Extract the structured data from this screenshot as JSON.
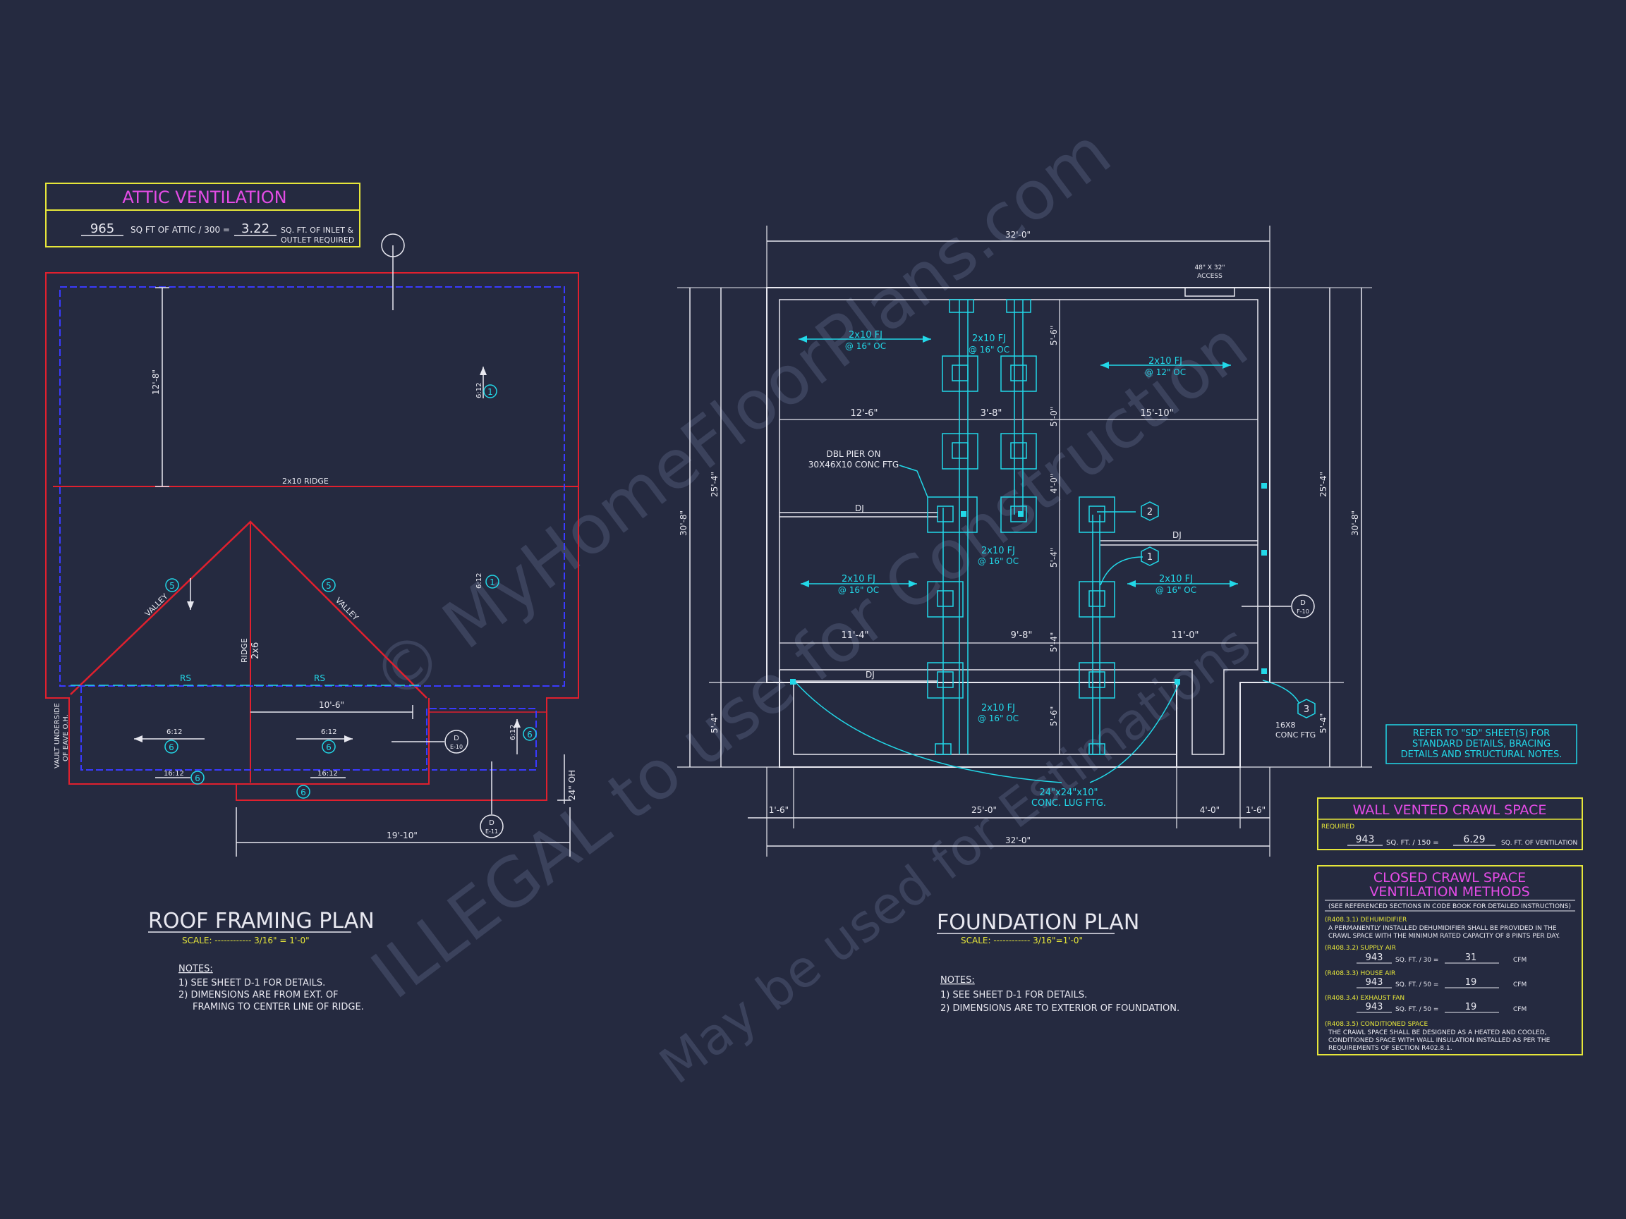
{
  "attic": {
    "title": "ATTIC VENTILATION",
    "attic_sqft": "965",
    "text1": "SQ FT OF ATTIC / 300 =",
    "inlet_sqft": "3.22",
    "text2a": "SQ. FT. OF INLET &",
    "text2b": "OUTLET REQUIRED"
  },
  "roof": {
    "title": "ROOF FRAMING PLAN",
    "scale": "SCALE: ------------ 3/16\" = 1'-0\"",
    "ridge_label": "2x10 RIDGE",
    "ridge_vertical": "RIDGE",
    "ridge_size": "2x6",
    "valley": "VALLEY",
    "rs": "RS",
    "pitch_612": "6:12",
    "pitch_1612": "16:12",
    "circle_1": "1",
    "circle_5": "5",
    "circle_6": "6",
    "dim_12_8": "12'-8\"",
    "dim_10_6": "10'-6\"",
    "dim_19_10": "19'-10\"",
    "dim_24_oh": "24\" OH",
    "vault_note_a": "VAULT UNDERSIDE",
    "vault_note_b": "OF EAVE O.H.",
    "section_d_e10": "D E-10",
    "section_d_e11": "D E-11",
    "notes_title": "NOTES:",
    "notes": [
      "1)  SEE SHEET D-1 FOR DETAILS.",
      "2)  DIMENSIONS ARE FROM EXT. OF",
      "FRAMING TO CENTER LINE OF RIDGE."
    ]
  },
  "foundation": {
    "title": "FOUNDATION PLAN",
    "scale": "SCALE: ------------ 3/16\"=1'-0\"",
    "dim_top": "32'-0\"",
    "dim_bottom": "32'-0\"",
    "access": "48\" X 32\"",
    "access2": "ACCESS",
    "fj_16": "2x10 FJ",
    "fj_16_oc": "@ 16\" OC",
    "fj_12_oc": "@ 12\" OC",
    "dim_12_6": "12'-6\"",
    "dim_3_8": "3'-8\"",
    "dim_15_10": "15'-10\"",
    "dim_11_4": "11'-4\"",
    "dim_9_8": "9'-8\"",
    "dim_11_0": "11'-0\"",
    "dim_5_6": "5'-6\"",
    "dim_5_0": "5'-0\"",
    "dim_4_0": "4'-0\"",
    "dim_5_4": "5'-4\"",
    "dim_1_6": "1'-6\"",
    "dim_25_0": "25'-0\"",
    "dim_4_0b": "4'-0\"",
    "dim_25_4": "25'-4\"",
    "dim_30_8": "30'-8\"",
    "dbl_pier_a": "DBL PIER ON",
    "dbl_pier_b": "30X46X10 CONC FTG",
    "dj": "DJ",
    "lug_a": "24\"x24\"x10\"",
    "lug_b": "CONC. LUG FTG.",
    "conc_a": "16X8",
    "conc_b": "CONC FTG",
    "circle_1": "1",
    "circle_2": "2",
    "circle_3": "3",
    "section_d_f10": "D F-10",
    "notes_title": "NOTES:",
    "notes": [
      "1)  SEE SHEET D-1 FOR DETAILS.",
      "2)  DIMENSIONS ARE TO EXTERIOR OF FOUNDATION."
    ]
  },
  "refer_note": [
    "REFER TO \"SD\" SHEET(S) FOR",
    "STANDARD DETAILS, BRACING",
    "DETAILS AND STRUCTURAL NOTES."
  ],
  "wall_vented": {
    "title": "WALL VENTED CRAWL SPACE",
    "required": "REQUIRED",
    "sqft": "943",
    "text1": "SQ. FT. / 150 =",
    "vent": "6.29",
    "text2": "SQ. FT. OF VENTILATION"
  },
  "closed_crawl": {
    "title_a": "CLOSED CRAWL SPACE",
    "title_b": "VENTILATION METHODS",
    "subtitle": "(SEE REFERENCED SECTIONS IN CODE BOOK FOR DETAILED INSTRUCTIONS)",
    "dehum_code": "(R408.3.1) DEHUMIDIFIER",
    "dehum_text_a": "A PERMANENTLY INSTALLED DEHUMIDIFIER SHALL BE PROVIDED IN THE",
    "dehum_text_b": "CRAWL SPACE WITH THE MINIMUM RATED CAPACITY OF 8 PINTS PER DAY.",
    "supply_code": "(R408.3.2) SUPPLY AIR",
    "supply_sqft": "943",
    "supply_div": "SQ. FT. / 30 =",
    "supply_val": "31",
    "house_code": "(R408.3.3) HOUSE AIR",
    "house_sqft": "943",
    "house_div": "SQ. FT. / 50 =",
    "house_val": "19",
    "exhaust_code": "(R408.3.4) EXHAUST FAN",
    "exhaust_sqft": "943",
    "exhaust_div": "SQ. FT. / 50 =",
    "exhaust_val": "19",
    "cfm": "CFM",
    "cond_code": "(R408.3.5) CONDITIONED SPACE",
    "cond_a": "THE CRAWL SPACE SHALL BE DESIGNED AS A HEATED AND COOLED,",
    "cond_b": "CONDITIONED SPACE WITH WALL INSULATION INSTALLED AS PER THE",
    "cond_c": "REQUIREMENTS OF SECTION R402.8.1."
  },
  "watermark": {
    "line1": "© MyHomeFloorPlans.com",
    "line2": "ILLEGAL to use for Construction",
    "line3": "May be used for Estimations"
  },
  "colors": {
    "bg": "#252a40",
    "cyan": "#22d8e8",
    "magenta": "#e44ce6",
    "yellow": "#e6e63a",
    "red": "#e0202e",
    "blue": "#3a3aff",
    "white": "#e8e8f0"
  }
}
